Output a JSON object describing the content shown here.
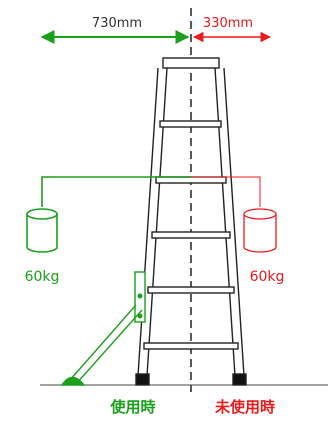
{
  "dimensions": {
    "left_width": "730mm",
    "right_width": "330mm"
  },
  "weights": {
    "left": "60kg",
    "right": "60kg"
  },
  "captions": {
    "in_use": "使用時",
    "not_in_use": "未使用時"
  },
  "colors": {
    "in_use": "#1aa01a",
    "not_in_use": "#e81c1c",
    "ladder": "#222222"
  }
}
